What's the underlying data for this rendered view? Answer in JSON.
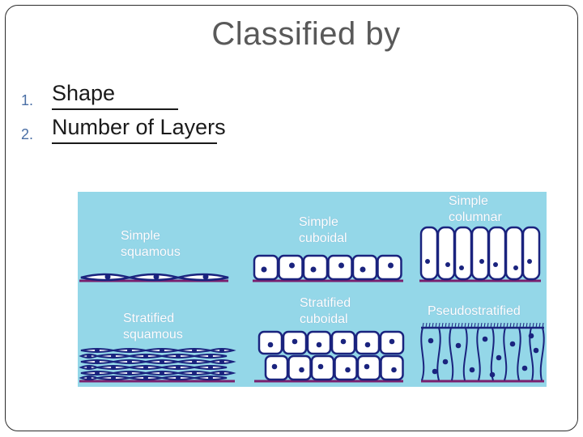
{
  "slide": {
    "title": "Classified by",
    "list": [
      {
        "number": "1.",
        "text": "Shape"
      },
      {
        "number": "2.",
        "text": "Number of Layers"
      }
    ]
  },
  "diagram": {
    "labels": {
      "simple_squamous": [
        "Simple",
        "squamous"
      ],
      "simple_cuboidal": [
        "Simple",
        "cuboidal"
      ],
      "simple_columnar": [
        "Simple",
        "columnar"
      ],
      "stratified_squamous": [
        "Stratified",
        "squamous"
      ],
      "stratified_cuboidal": [
        "Stratified",
        "cuboidal"
      ],
      "pseudostratified": [
        "Pseudostratified"
      ]
    },
    "colors": {
      "background": "#94d7e8",
      "cell_fill": "#ffffff",
      "cell_outline": "#1a237e",
      "nucleus": "#1a237e",
      "basement_membrane": "#7a1f6e"
    }
  }
}
